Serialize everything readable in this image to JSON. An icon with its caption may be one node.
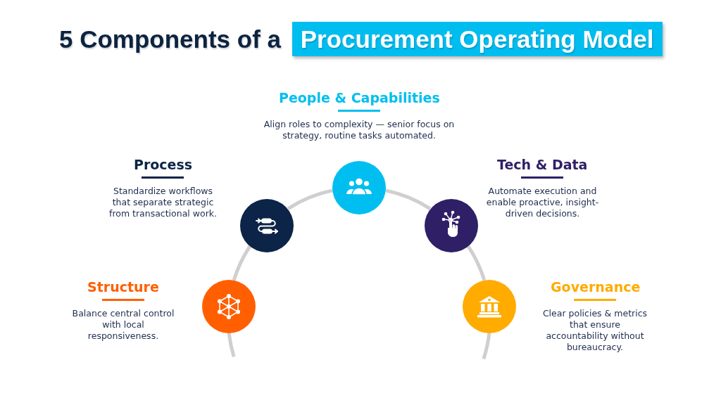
{
  "diagram": {
    "title": "5 Components of a **Procurement Operating Model**",
    "nodes": [
      {
        "text": [],
        "shape": "circle",
        "beside": [
          "Structure",
          "Balance central control with local responsiveness."
        ]
      },
      {
        "text": [],
        "shape": "circle",
        "beside": [
          "Process",
          "Standardize workflows that separate strategic from transactional work."
        ]
      },
      {
        "text": [],
        "shape": "circle",
        "beside": [
          "People & Capabilities",
          "Align roles to complexity — senior focus on strategy, routine tasks automated."
        ]
      },
      {
        "text": [],
        "shape": "circle",
        "beside": [
          "Tech & Data",
          "Automate execution and enable proactive, insight-driven decisions."
        ]
      },
      {
        "text": [],
        "shape": "circle",
        "beside": [
          "Governance",
          "Clear policies & metrics that ensure accountability without bureaucracy."
        ]
      }
    ],
    "edges": [
      {
        "from": 0,
        "to": 1,
        "arrow": "none"
      },
      {
        "from": 1,
        "to": 2,
        "arrow": "none"
      },
      {
        "from": 2,
        "to": 3,
        "arrow": "none"
      },
      {
        "from": 3,
        "to": 4,
        "arrow": "none"
      },
      {
        "from": null,
        "to": 0,
        "arrow": "none"
      },
      {
        "from": 4,
        "to": null,
        "arrow": "none"
      }
    ]
  }
}
